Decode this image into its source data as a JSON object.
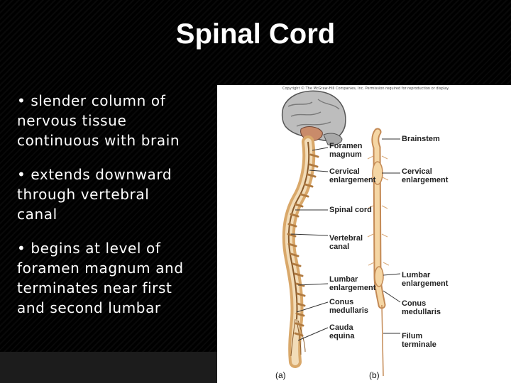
{
  "slide": {
    "title": "Spinal Cord",
    "bullets": [
      "• slender column of\nnervous tissue\ncontinuous with brain",
      "• extends downward\nthrough vertebral\ncanal",
      "• begins at level of\nforamen magnum and\nterminates near first\nand second lumbar"
    ]
  },
  "figure": {
    "copyright": "Copyright © The McGraw-Hill Companies, Inc. Permission required for reproduction or display.",
    "labels_a": [
      "Foramen\nmagnum",
      "Cervical\nenlargement",
      "Spinal cord",
      "Vertebral\ncanal",
      "Lumbar\nenlargement",
      "Conus\nmedullaris",
      "Cauda\nequina"
    ],
    "labels_b": [
      "Brainstem",
      "Cervical\nenlargement",
      "Lumbar\nenlargement",
      "Conus\nmedullaris",
      "Filum\nterminale"
    ],
    "panel_a": "(a)",
    "panel_b": "(b)"
  }
}
